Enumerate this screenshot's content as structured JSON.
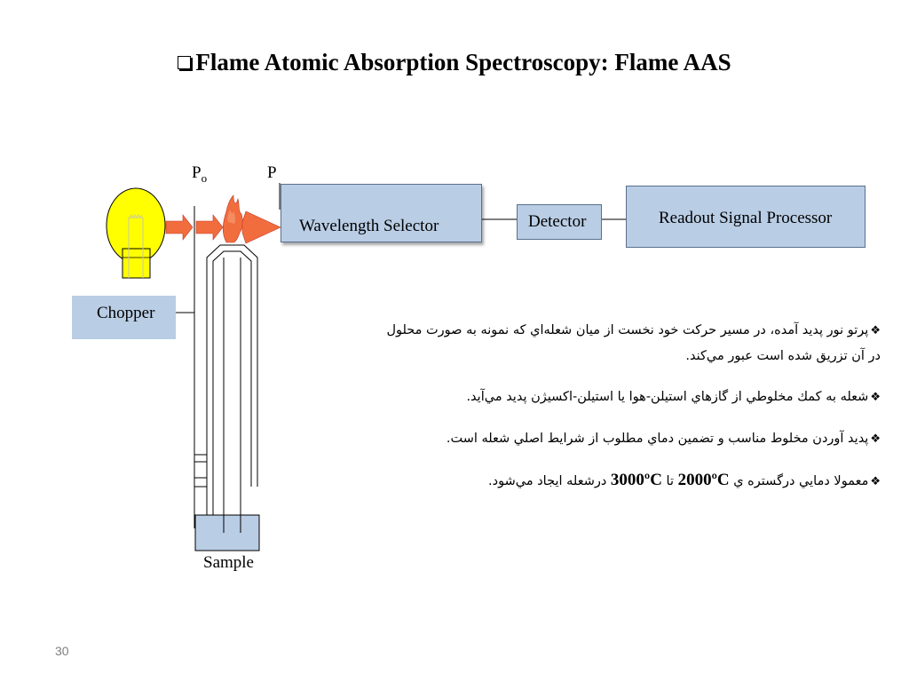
{
  "title": "Flame Atomic Absorption Spectroscopy: Flame AAS",
  "labels": {
    "p0": "P",
    "p0_sub": "o",
    "p": "P",
    "wavelength_selector": "Wavelength Selector",
    "detector": "Detector",
    "readout": "Readout Signal Processor",
    "chopper": "Chopper",
    "sample": "Sample"
  },
  "bullets": [
    "پرتو نور پديد آمده، در مسير حركت خود نخست از ميان شعله‌اي كه نمونه به صورت محلول در آن تزريق شده است عبور مي‌كند.",
    "شعله به كمك مخلوطي از گازهاي استيلن-هوا يا استيلن-اكسيژن پديد مي‌آيد.",
    "پديد آوردن مخلوط مناسب و تضمين دماي مطلوب از شرايط اصلي شعله است."
  ],
  "last_bullet": {
    "before": "معمولا دمايي درگستره ي",
    "t1": "2000ºC",
    "mid": "تا",
    "t2": "3000ºC",
    "after": "درشعله ايجاد مي‌شود."
  },
  "bullet_symbol": "❖",
  "slide_number": "30",
  "colors": {
    "box_fill": "#b9cde5",
    "box_border": "#5a6f8c",
    "lamp": "#ffff00",
    "arrow": "#f26d3d",
    "flame": "#f26d3d",
    "slide_number": "#7f7f7f"
  }
}
